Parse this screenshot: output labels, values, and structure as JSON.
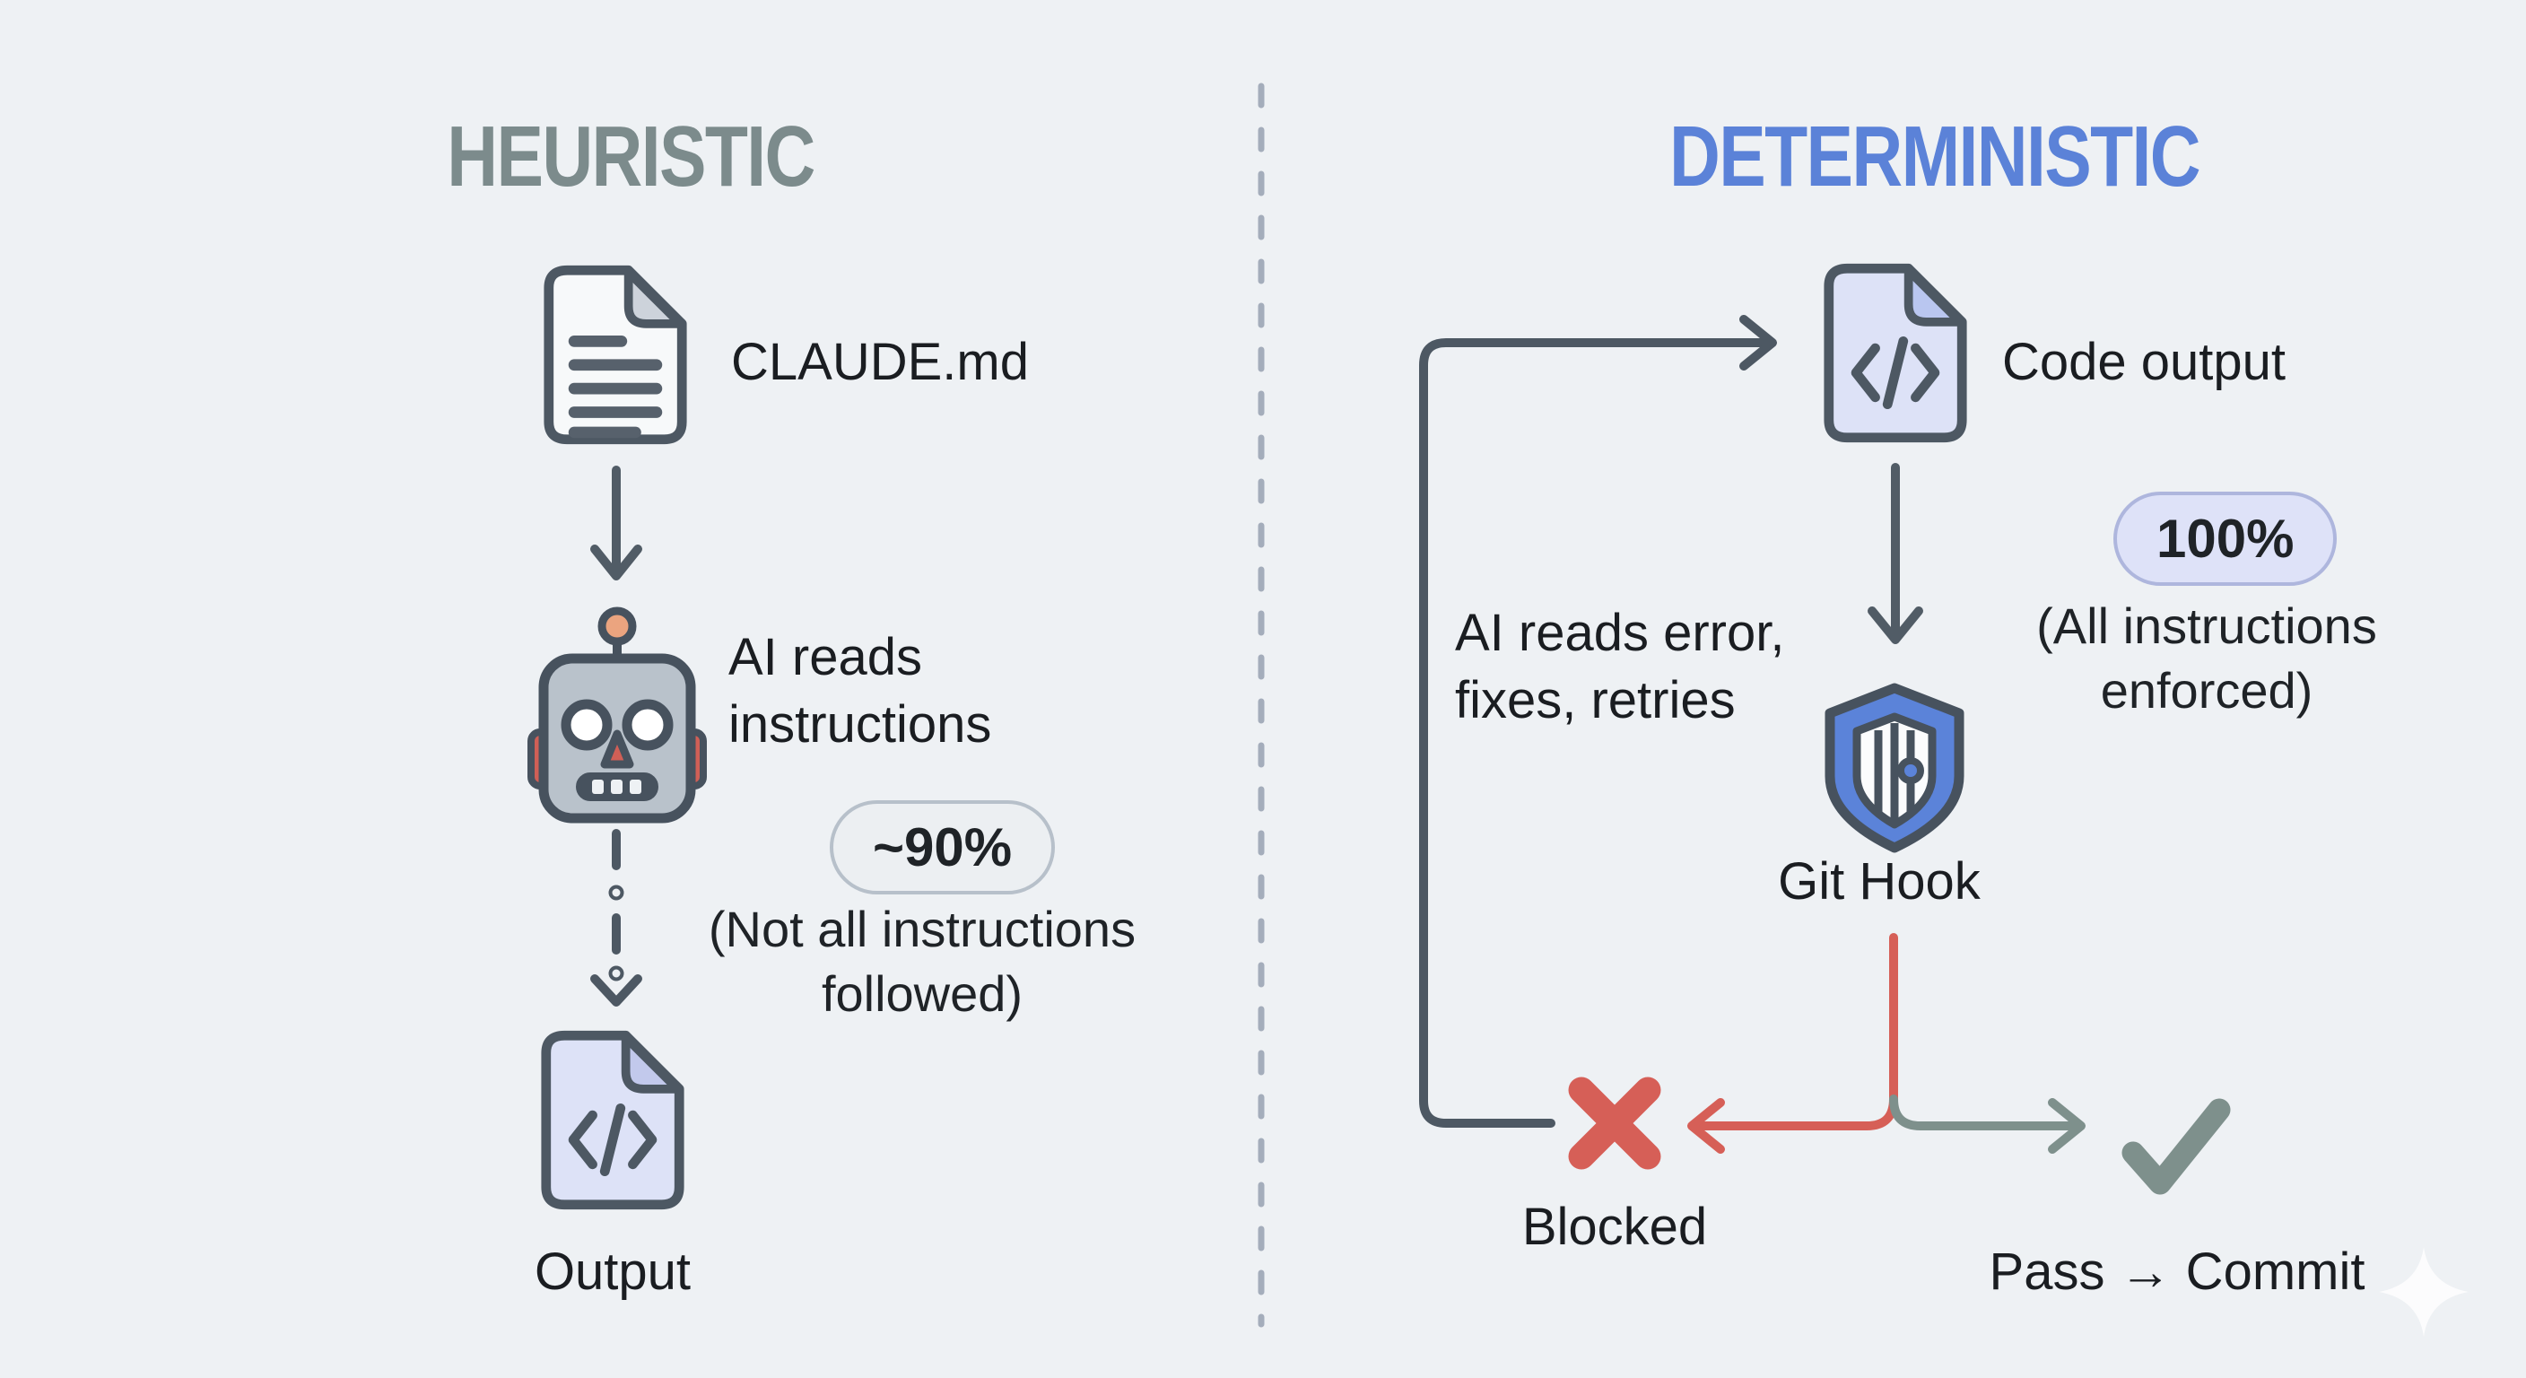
{
  "colors": {
    "background": "#eef1f4",
    "slate": "#4d5863",
    "heuristic_gray": "#7c8b8c",
    "deterministic_blue": "#5b82d8",
    "red": "#d65f57",
    "salmon": "#eba47f",
    "robot_gray": "#b9c2cb",
    "lavender_fill": "#dde2f7",
    "lavender_fold": "#c2c9ec",
    "doc_fill": "#f7f9fa",
    "doc_fold": "#cdd3db",
    "pill_gray_fill": "#eceff2",
    "pill_gray_border": "#b7c0ca",
    "pill_blue_fill": "#dee2f8",
    "pill_blue_border": "#aeb6dd",
    "check_green": "#7e908c",
    "text_dark": "#1a1d21",
    "divider": "#a4adbb"
  },
  "left_panel": {
    "title": "HEURISTIC",
    "doc_label": "CLAUDE.md",
    "robot_label": "AI reads instructions",
    "badge": "~90%",
    "badge_caption": "(Not all instructions followed)",
    "output_label": "Output"
  },
  "right_panel": {
    "title": "DETERMINISTIC",
    "code_label": "Code output",
    "badge": "100%",
    "badge_caption": "(All instructions enforced)",
    "loop_label": "AI reads error, fixes, retries",
    "hook_label": "Git Hook",
    "blocked_label": "Blocked",
    "pass_label": "Pass → Commit"
  },
  "icons": {
    "document-icon": "page-with-text-lines",
    "code-file-icon": "page-with-code-brackets",
    "robot-icon": "robot-head",
    "shield-icon": "shield-with-commit-node",
    "x-icon": "✕",
    "check-icon": "✓",
    "arrow-down-icon": "↓",
    "dashed-arrow-icon": "↓ (dashed)",
    "loop-arrow-icon": "retry loop",
    "sparkle-icon": "✦"
  }
}
